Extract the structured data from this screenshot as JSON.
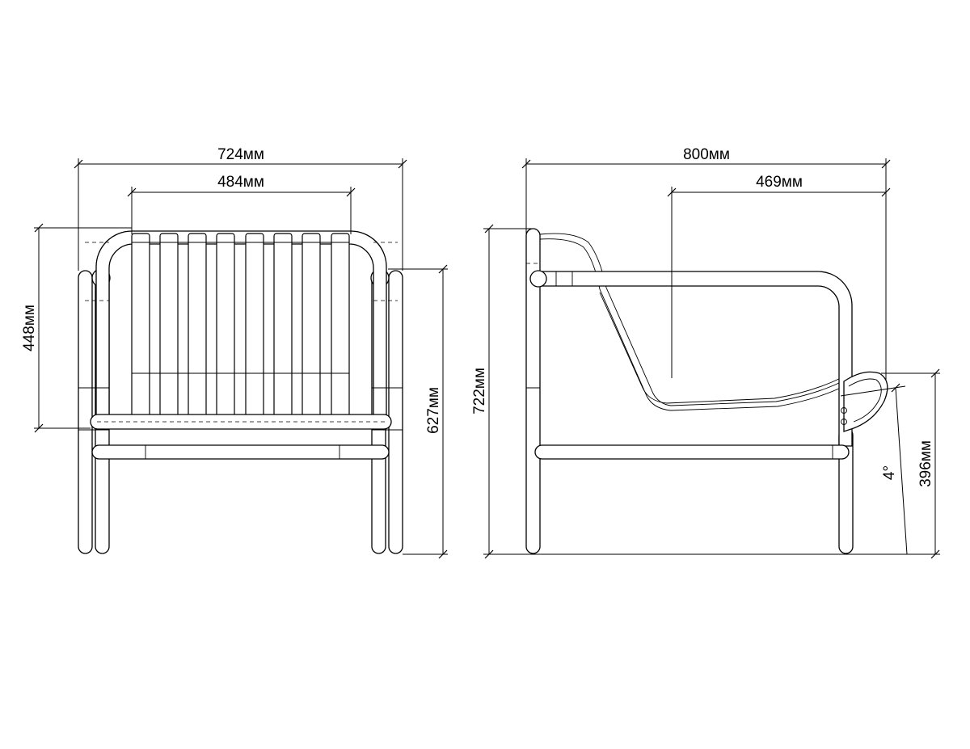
{
  "front_view": {
    "overall_width": "724мм",
    "seat_width": "484мм",
    "back_height": "448мм",
    "overall_height": "627мм"
  },
  "side_view": {
    "overall_depth": "800мм",
    "seat_depth": "469мм",
    "overall_height": "722мм",
    "seat_height": "396мм",
    "seat_angle": "4°"
  }
}
